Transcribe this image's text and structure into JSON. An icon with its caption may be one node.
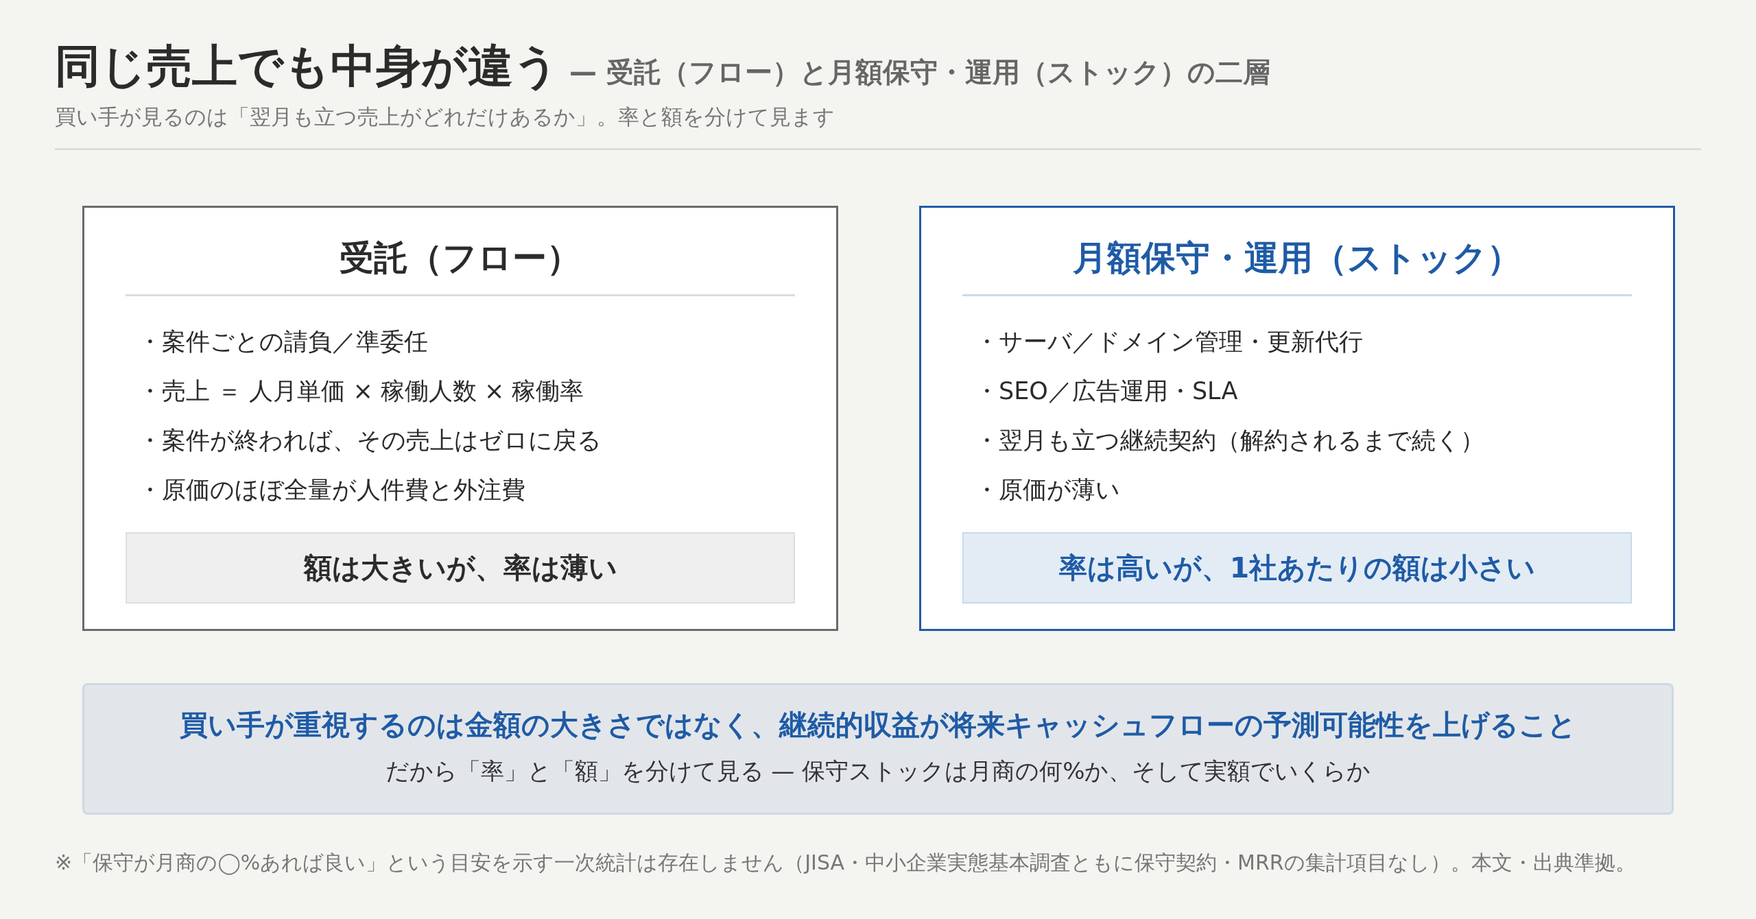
{
  "diagram": {
    "title": "同じ売上でも中身が違う",
    "caption": "※「保守が月商の◯%あれば良い」という目安を示す一次統計は存在しません（JISA・中小企業実態基本調査ともに保守契約・MRRの集計項目なし）。本文・出典準拠。",
    "nodes": [
      {
        "text": [
          "受託（フロー）",
          "・案件ごとの請負／準委任",
          "・売上 ＝ 人月単価 × 稼働人数 × 稼働率",
          "・案件が終われば、その売上はゼロに戻る",
          "・原価のほぼ全量が人件費と外注費"
        ]
      },
      {
        "text": [
          "額は大きいが、率は薄い"
        ],
        "in": 0
      },
      {
        "text": [
          "月額保守・運用（ストック）",
          "・サーバ／ドメイン管理・更新代行",
          "・SEO／広告運用・SLA",
          "・翌月も立つ継続契約（解約されるまで続く）",
          "・原価が薄い"
        ]
      },
      {
        "text": [
          "率は高いが、1社あたりの額は小さい"
        ],
        "in": 2
      },
      {
        "text": [
          "買い手が重視するのは金額の大きさではなく、継続的収益が将来キャッシュフローの予測可能性を上げること",
          "だから「率」と「額」を分けて見る — 保守ストックは月商の何%か、そして実額でいくらか"
        ]
      }
    ],
    "labels": [
      "— 受託（フロー）と月額保守・運用（ストック）の二層",
      "買い手が見るのは「翌月も立つ売上がどれだけあるか」。率と額を分けて見ます"
    ]
  }
}
